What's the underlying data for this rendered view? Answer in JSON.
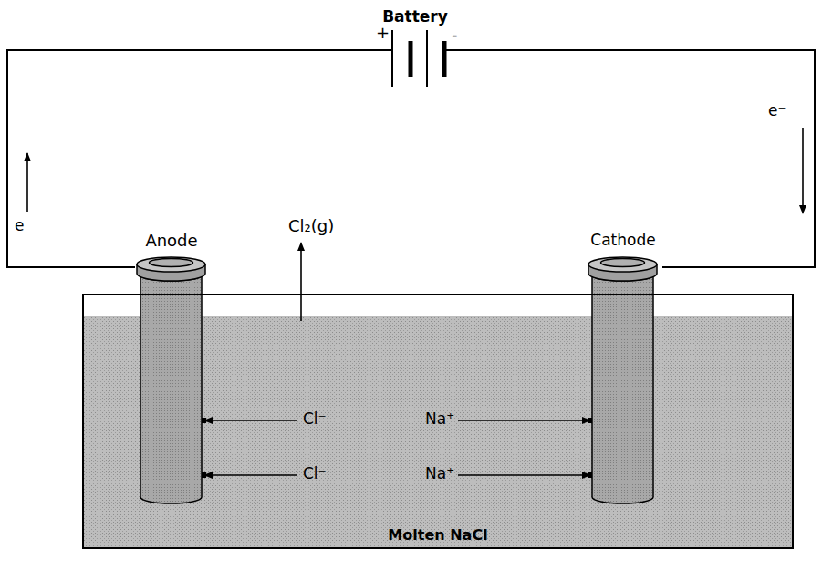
{
  "diagram": {
    "nodes": [
      {
        "text": [
          "Battery"
        ]
      },
      {
        "text": [
          "Anode"
        ]
      },
      {
        "text": [
          "Cathode"
        ]
      },
      {
        "text": [
          "Molten NaCl"
        ]
      }
    ],
    "edges": [
      {
        "from": 0,
        "to": 1,
        "arrow": "none"
      },
      {
        "from": 0,
        "to": 2,
        "arrow": "none"
      }
    ],
    "labels": [
      "+",
      "-",
      "e⁻",
      "e⁻",
      "Cl₂(g)",
      "Cl⁻",
      "Cl⁻",
      "Na⁺",
      "Na⁺"
    ]
  }
}
